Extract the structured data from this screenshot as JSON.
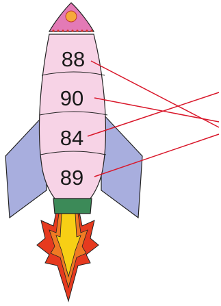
{
  "segments": [
    {
      "label": "88"
    },
    {
      "label": "90"
    },
    {
      "label": "84"
    },
    {
      "label": "89"
    }
  ],
  "colors": {
    "nose": "#e37ab6",
    "window": "#f6a93a",
    "body": "#f7d3e6",
    "fins": "#a8aede",
    "nozzle": "#3c8a58",
    "flame_outer": "#e63a1f",
    "flame_mid": "#f07a23",
    "flame_inner": "#f7cf15",
    "lines": "#d9172a",
    "outline": "#222222"
  }
}
